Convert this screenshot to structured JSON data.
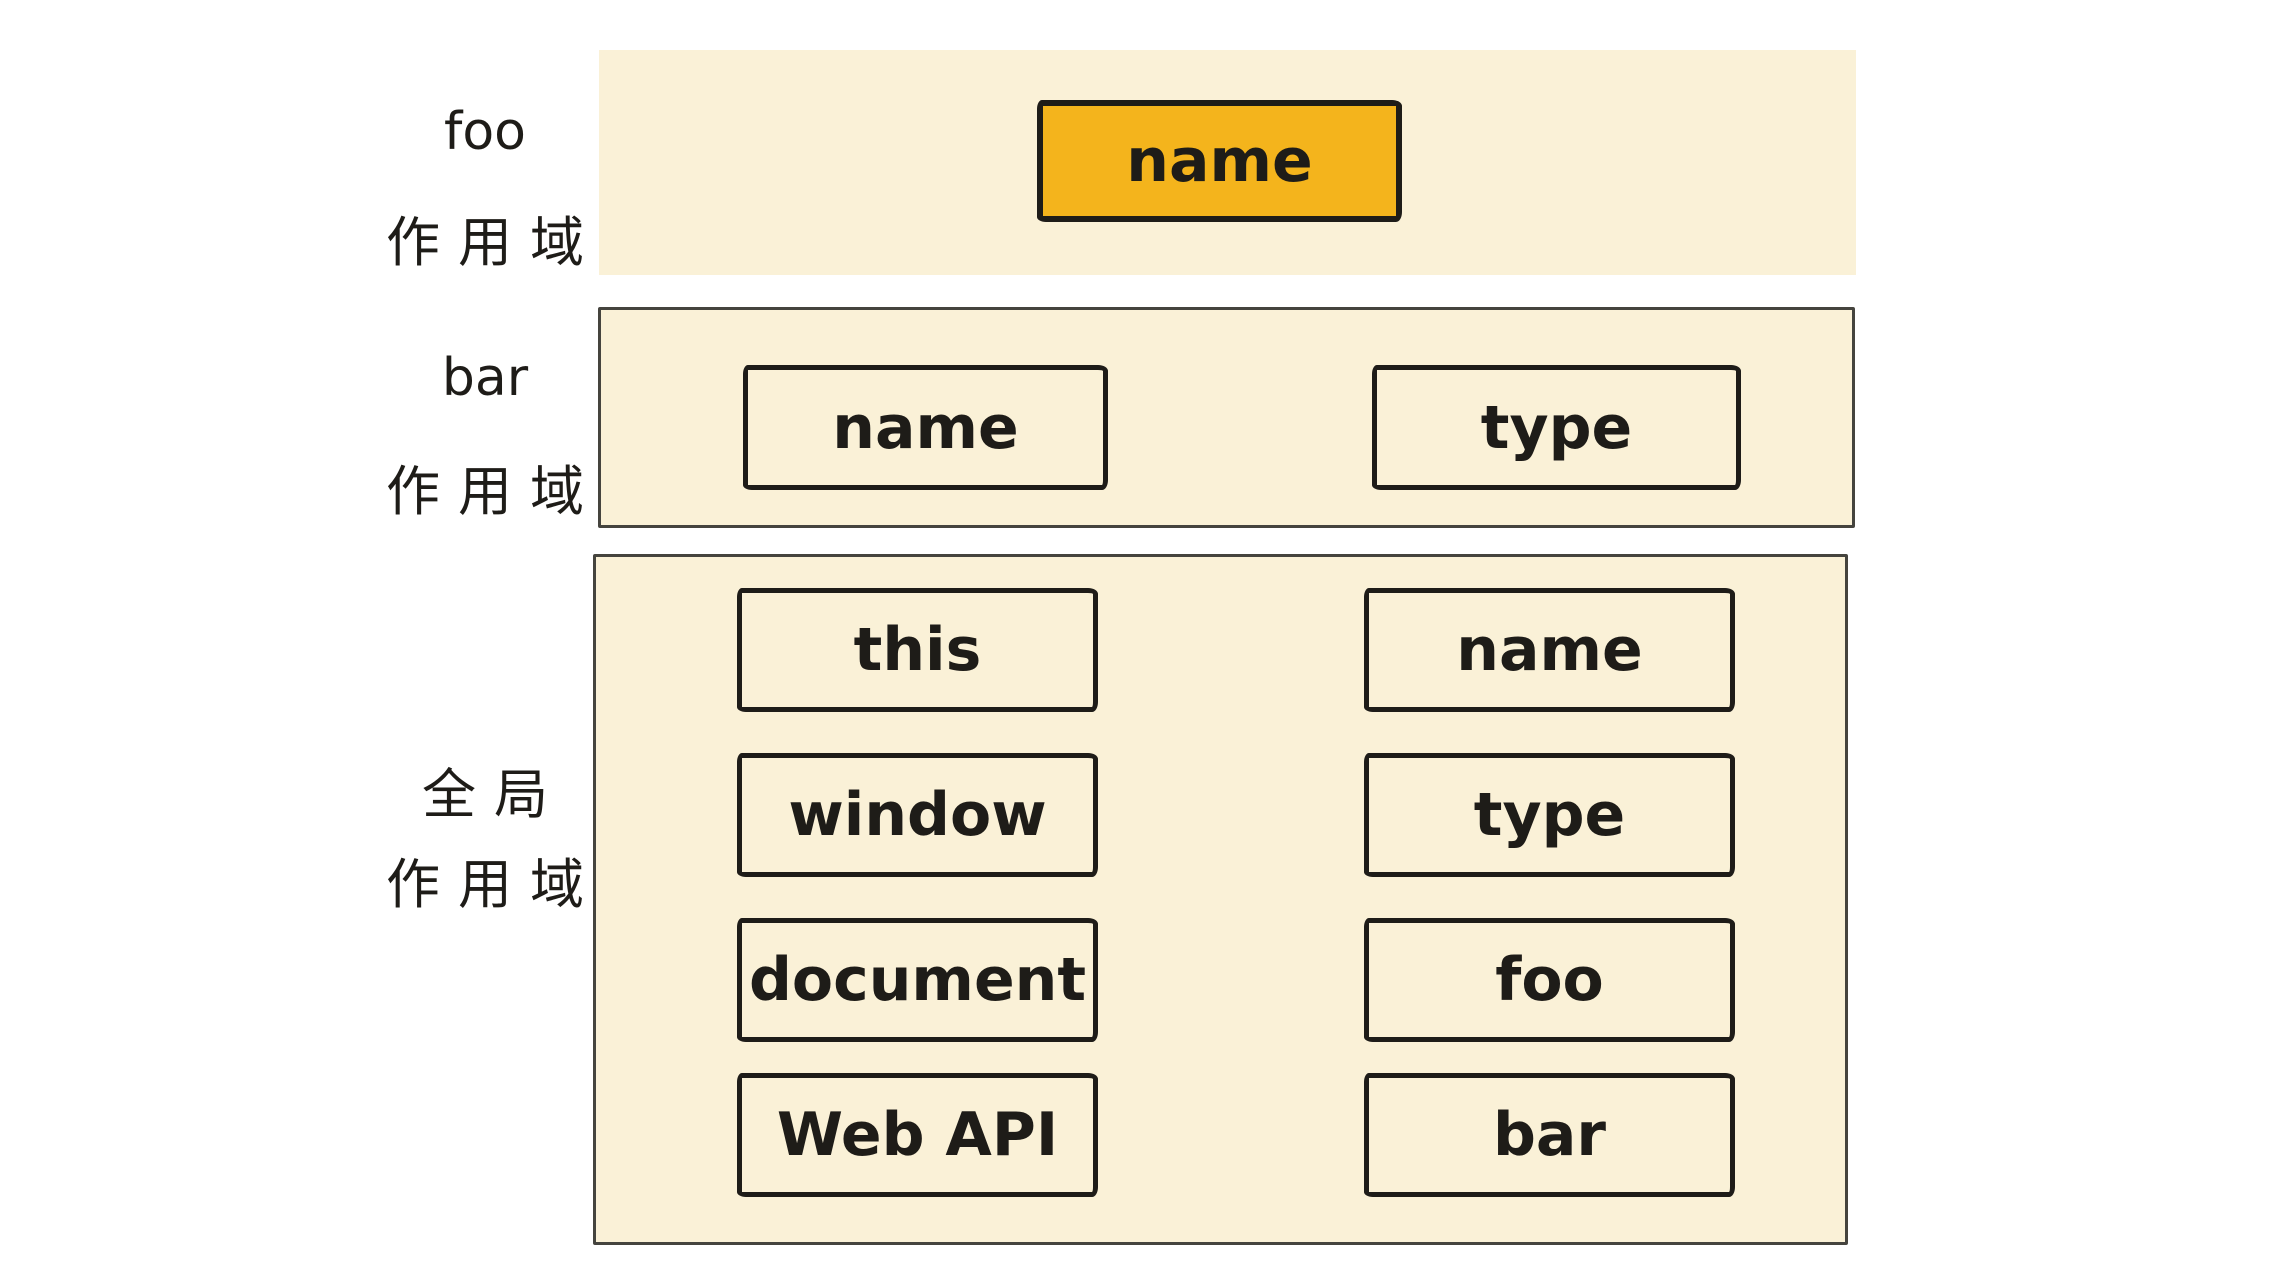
{
  "colors": {
    "background": "#ffffff",
    "panel_bg": "#faf1d7",
    "highlight": "#f4b41c",
    "ink": "#1e1c18",
    "panel_border": "#45443e"
  },
  "sections": [
    {
      "id": "foo-scope",
      "label_lines": [
        "foo",
        "作用域"
      ],
      "boxes": [
        {
          "label": "name",
          "highlighted": true
        }
      ]
    },
    {
      "id": "bar-scope",
      "label_lines": [
        "bar",
        "作用域"
      ],
      "boxes": [
        {
          "label": "name"
        },
        {
          "label": "type"
        }
      ]
    },
    {
      "id": "global-scope",
      "label_lines": [
        "全局",
        "作用域"
      ],
      "boxes": [
        {
          "label": "this"
        },
        {
          "label": "name"
        },
        {
          "label": "window"
        },
        {
          "label": "type"
        },
        {
          "label": "document"
        },
        {
          "label": "foo"
        },
        {
          "label": "Web API"
        },
        {
          "label": "bar"
        }
      ]
    }
  ]
}
